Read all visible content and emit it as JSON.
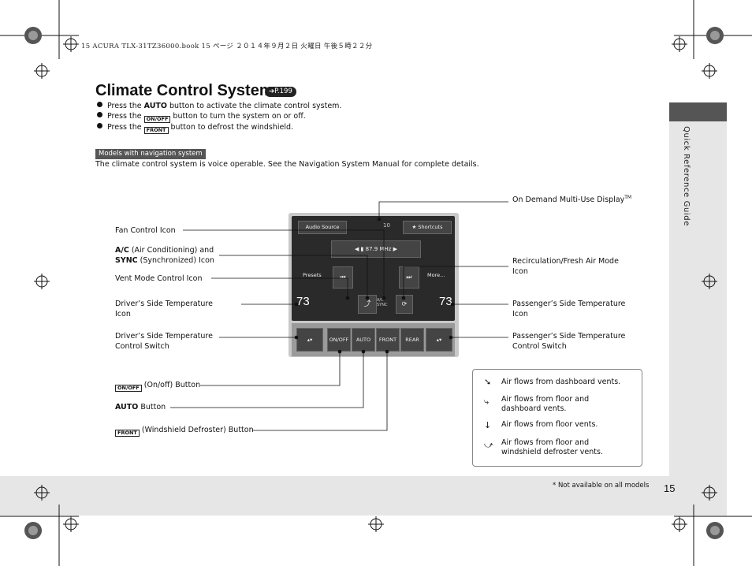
{
  "header": {
    "print_info": "15 ACURA TLX-31TZ36000.book  15 ページ  ２０１４年９月２日  火曜日  午後５時２２分"
  },
  "side_tab": {
    "label": "Quick Reference Guide"
  },
  "title": {
    "text": "Climate Control System",
    "ref": "P.199"
  },
  "bullets": [
    {
      "pre": "Press the ",
      "key": "AUTO",
      "post": " button to activate the climate control system."
    },
    {
      "pre": "Press the ",
      "key": "ON/OFF",
      "post": " button to turn the system on or off."
    },
    {
      "pre": "Press the ",
      "key": "FRONT",
      "post": " button to defrost the windshield."
    }
  ],
  "nav": {
    "tag": "Models with navigation system",
    "text": "The climate control system is voice operable. See the Navigation System Manual for complete details."
  },
  "screen": {
    "audio_source": "Audio Source",
    "shortcuts": "Shortcuts",
    "frequency": "87.9",
    "freq_unit": "MHz",
    "presets": "Presets",
    "more": "More...",
    "left_temp": "73",
    "right_temp": "73",
    "volume": "10",
    "ac": "A/C",
    "sync": "SYNC",
    "btn_onoff": "ON/OFF",
    "btn_auto": "AUTO",
    "btn_front": "FRONT",
    "btn_rear": "REAR"
  },
  "callouts": {
    "on_demand": "On Demand Multi-Use Display",
    "on_demand_tm": "TM",
    "fan": "Fan Control Icon",
    "ac_bold": "A/C",
    "ac_rest": " (Air Conditioning) and",
    "sync_bold": "SYNC",
    "sync_rest": " (Synchronized) Icon",
    "recirc_1": "Recirculation/Fresh Air Mode",
    "recirc_2": "Icon",
    "vent": "Vent Mode Control Icon",
    "dr_temp_icon_1": "Driver’s Side Temperature",
    "dr_temp_icon_2": "Icon",
    "ps_temp_icon_1": "Passenger’s Side Temperature",
    "ps_temp_icon_2": "Icon",
    "dr_temp_sw_1": "Driver’s Side Temperature",
    "dr_temp_sw_2": "Control Switch",
    "ps_temp_sw_1": "Passenger’s Side Temperature",
    "ps_temp_sw_2": "Control Switch",
    "onoff_btn": "(On/off) Button",
    "auto_bold": "AUTO",
    "auto_rest": " Button",
    "defrost_btn": "(Windshield Defroster) Button"
  },
  "legend": [
    {
      "icon": "dashboard-vents-icon",
      "text_1": "Air flows from dashboard vents.",
      "text_2": ""
    },
    {
      "icon": "floor-dashboard-vents-icon",
      "text_1": "Air flows from floor and",
      "text_2": "dashboard vents."
    },
    {
      "icon": "floor-vents-icon",
      "text_1": "Air flows from floor vents.",
      "text_2": ""
    },
    {
      "icon": "floor-defroster-vents-icon",
      "text_1": "Air flows from floor and",
      "text_2": "windshield defroster vents."
    }
  ],
  "footer": {
    "note": "* Not available on all models",
    "page": "15"
  },
  "colors": {
    "side_tab_head": "#555555",
    "gray_band": "#e6e6e6",
    "screen": "#2a2a2a"
  }
}
